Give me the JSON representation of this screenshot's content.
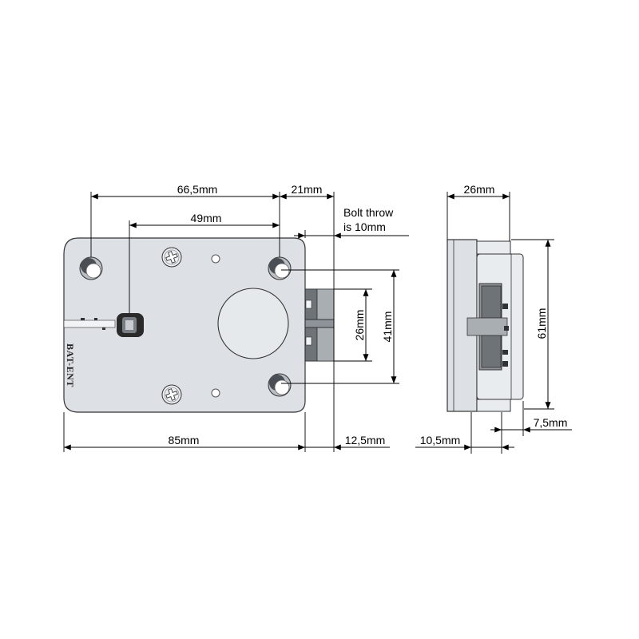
{
  "front_view": {
    "body_marking": "BAT-ENT",
    "dimensions": {
      "hole_spacing_horizontal": "66,5mm",
      "hole_to_bolt_end": "21mm",
      "spindle_to_hole": "49mm",
      "bolt_throw": [
        "Bolt throw",
        "is 10mm"
      ],
      "bolt_height": "26mm",
      "hole_spacing_vertical": "41mm",
      "body_width": "85mm",
      "bolt_projection": "12,5mm"
    }
  },
  "side_view": {
    "dimensions": {
      "depth": "26mm",
      "height": "61mm",
      "rear_offset": "7,5mm",
      "front_offset": "10,5mm"
    }
  },
  "colors": {
    "background": "#ffffff",
    "body": "#dde1e6",
    "body_light": "#e9ecef",
    "outline": "#333333",
    "bolt": "#8e9399",
    "bolt_dark": "#6e7378",
    "bolt_light": "#a9aeb3",
    "dimension": "#000000"
  }
}
